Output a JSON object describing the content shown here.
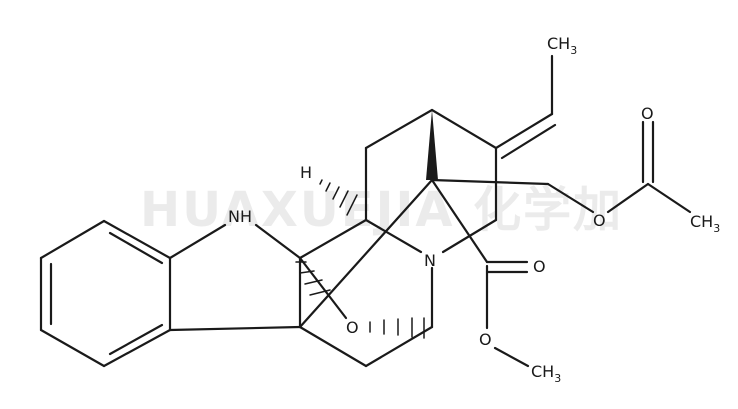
{
  "watermark": "HUAXUEJIA 化学加",
  "atoms": {
    "nh": "NH",
    "h": "H",
    "n": "N",
    "o_bridge": "O",
    "o_carbonyl_ester": "O",
    "o_ester": "O",
    "o_acetyl_ether": "O",
    "o_acetyl_carbonyl": "O",
    "ch3_top": {
      "main": "CH",
      "sub": "3"
    },
    "ch3_acetyl": {
      "main": "CH",
      "sub": "3"
    },
    "ch3_methoxy": {
      "main": "CH",
      "sub": "3"
    }
  },
  "colors": {
    "bond": "#1a1a1a",
    "watermark": "#dcdcdc"
  }
}
